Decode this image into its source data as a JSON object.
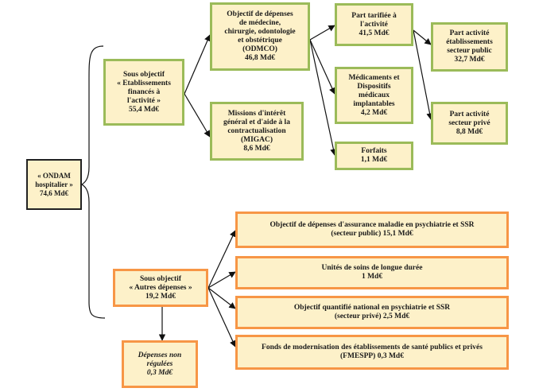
{
  "root": {
    "lines": [
      "« ONDAM",
      "hospitalier »",
      "74,6 Md€"
    ]
  },
  "sub_activity": {
    "lines": [
      "Sous objectif",
      "« Etablissements",
      "financés à",
      "l'activité »",
      "55,4 Md€"
    ]
  },
  "odmco": {
    "lines": [
      "Objectif de dépenses",
      "de médecine,",
      "chirurgie, odontologie",
      "et obstétrique",
      "(ODMCO)",
      "46,8 Md€"
    ]
  },
  "migac": {
    "lines": [
      "Missions d'intérêt",
      "général et d'aide à la",
      "contractualisation",
      "(MIGAC)",
      "8,6 Md€"
    ]
  },
  "part_tarifiee": {
    "lines": [
      "Part tarifiée à",
      "l'activité",
      "41,5 Md€"
    ]
  },
  "medicaments": {
    "lines": [
      "Médicaments et",
      "Dispositifs",
      "médicaux",
      "implantables",
      "4,2 Md€"
    ]
  },
  "forfaits": {
    "lines": [
      "Forfaits",
      "1,1 Md€"
    ]
  },
  "public": {
    "lines": [
      "Part activité",
      "établissements",
      "secteur public",
      "32,7 Md€"
    ]
  },
  "prive": {
    "lines": [
      "Part activité",
      "secteur privé",
      "8,8 Md€"
    ]
  },
  "sub_autres": {
    "lines": [
      "Sous objectif",
      "« Autres dépenses »",
      "19,2 Md€"
    ]
  },
  "non_regulees": {
    "lines": [
      "Dépenses non",
      "régulées",
      "0,3 Md€"
    ]
  },
  "psy_public": {
    "lines": [
      "Objectif de dépenses d'assurance maladie en psychiatrie et SSR",
      "(secteur public) 15,1 Md€"
    ]
  },
  "usld": {
    "lines": [
      "Unités de soins de longue durée",
      "1 Md€"
    ]
  },
  "psy_prive": {
    "lines": [
      "Objectif quantifié national en psychiatrie et SSR",
      "(secteur privé) 2,5 Md€"
    ]
  },
  "fmespp": {
    "lines": [
      "Fonds de modernisation des établissements de santé publics et privés",
      "(FMESPP) 0,3 Md€"
    ]
  },
  "colors": {
    "green_border": "#9bbb59",
    "orange_border": "#f79646",
    "box_fill": "#fdf1c9"
  }
}
